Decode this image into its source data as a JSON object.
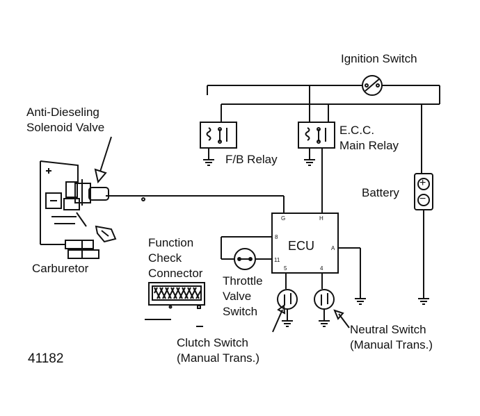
{
  "labels": {
    "ignition_switch": "Ignition Switch",
    "anti_dieseling_line1": "Anti-Dieseling",
    "anti_dieseling_line2": "Solenoid Valve",
    "fb_relay": "F/B Relay",
    "ecc_line1": "E.C.C.",
    "ecc_line2": "Main Relay",
    "battery": "Battery",
    "ecu": "ECU",
    "function_check_line1": "Function",
    "function_check_line2": "Check",
    "function_check_line3": "Connector",
    "carburetor": "Carburetor",
    "throttle_line1": "Throttle",
    "throttle_line2": "Valve",
    "throttle_line3": "Switch",
    "clutch_line1": "Clutch Switch",
    "clutch_line2": "(Manual Trans.)",
    "neutral_line1": "Neutral Switch",
    "neutral_line2": "(Manual Trans.)",
    "figure_number": "41182"
  },
  "ecu_pins": {
    "top_left": "G",
    "top_right": "H",
    "left_upper": "8",
    "left_lower": "11",
    "right": "A",
    "bottom_left": "5",
    "bottom_right": "4"
  },
  "battery_symbols": {
    "positive": "+",
    "negative": "−"
  }
}
